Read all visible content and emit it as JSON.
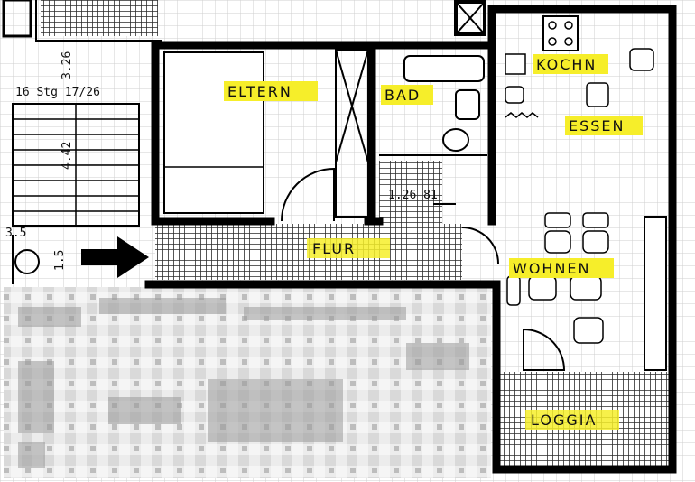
{
  "rooms": {
    "eltern": "ELTERN",
    "bad": "BAD",
    "kochn": "KOCHN",
    "essen": "ESSEN",
    "wohnen": "WOHNEN",
    "flur": "FLUR",
    "loggia": "LOGGIA"
  },
  "stairs": {
    "steps_note": "16 Stg 17/26",
    "dim_a": "4.42",
    "dim_b": "3.26",
    "dim_c": "3.5",
    "dim_d": "1.5"
  },
  "annotations": {
    "hall_dim": "1.26 81"
  },
  "colors": {
    "wall": "#000000",
    "highlight": "#f6ee2a",
    "tile": "#3a3a3a"
  }
}
